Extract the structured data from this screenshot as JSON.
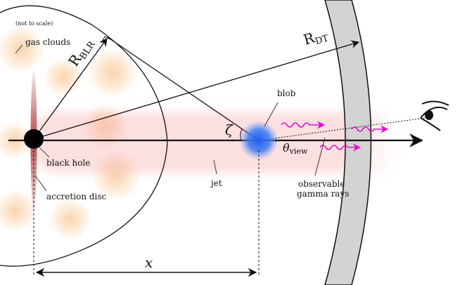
{
  "labels": {
    "not_to_scale": "(not to scale)",
    "gas_clouds": "gas clouds",
    "r_blr_main": "R",
    "r_blr_sub": "BLR",
    "r_dt_main": "R",
    "r_dt_sub": "DT",
    "blob": "blob",
    "zeta": "ζ",
    "theta_main": "θ",
    "theta_sub": "view",
    "black_hole": "black hole",
    "accretion_disc": "accretion disc",
    "jet": "jet",
    "observable_line1": "observable",
    "observable_line2": "gamma rays",
    "x_label": "x"
  },
  "colors": {
    "gas_cloud": "#f7b26b",
    "jet_glow": "#f6a3a3",
    "blob": "#2a6cf0",
    "disc": "#b8474a",
    "torus_fill": "#d3d3d3",
    "photon": "#e010c8",
    "line": "#111111"
  },
  "icons": {
    "eye": "eye-icon"
  }
}
